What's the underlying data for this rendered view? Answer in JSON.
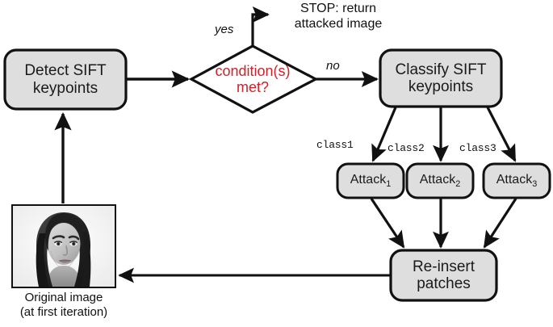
{
  "diagram": {
    "title": "SIFT keypoint attack iterative pipeline flowchart",
    "colors": {
      "node_fill": "#dedede",
      "node_stroke": "#111111",
      "decision_text": "#cc2229",
      "text": "#1a1a1a",
      "background": "#ffffff"
    },
    "nodes": {
      "detect": {
        "line1": "Detect SIFT",
        "line2": "keypoints",
        "shape": "rounded-rect"
      },
      "decision": {
        "line1": "condition(s)",
        "line2": "met?",
        "shape": "diamond"
      },
      "classify": {
        "line1": "Classify SIFT",
        "line2": "keypoints",
        "shape": "rounded-rect"
      },
      "attack1": {
        "label": "Attack",
        "subscript": "1",
        "shape": "rounded-rect"
      },
      "attack2": {
        "label": "Attack",
        "subscript": "2",
        "shape": "rounded-rect"
      },
      "attack3": {
        "label": "Attack",
        "subscript": "3",
        "shape": "rounded-rect"
      },
      "reinsert": {
        "line1": "Re-insert",
        "line2": "patches",
        "shape": "rounded-rect"
      },
      "image": {
        "caption_line1": "Original image",
        "caption_line2": "(at first iteration)",
        "shape": "photo"
      }
    },
    "edge_labels": {
      "yes": "yes",
      "no": "no",
      "stop_line1": "STOP: return",
      "stop_line2": "attacked image",
      "class1": "class1",
      "class2": "class2",
      "class3": "class3"
    }
  }
}
